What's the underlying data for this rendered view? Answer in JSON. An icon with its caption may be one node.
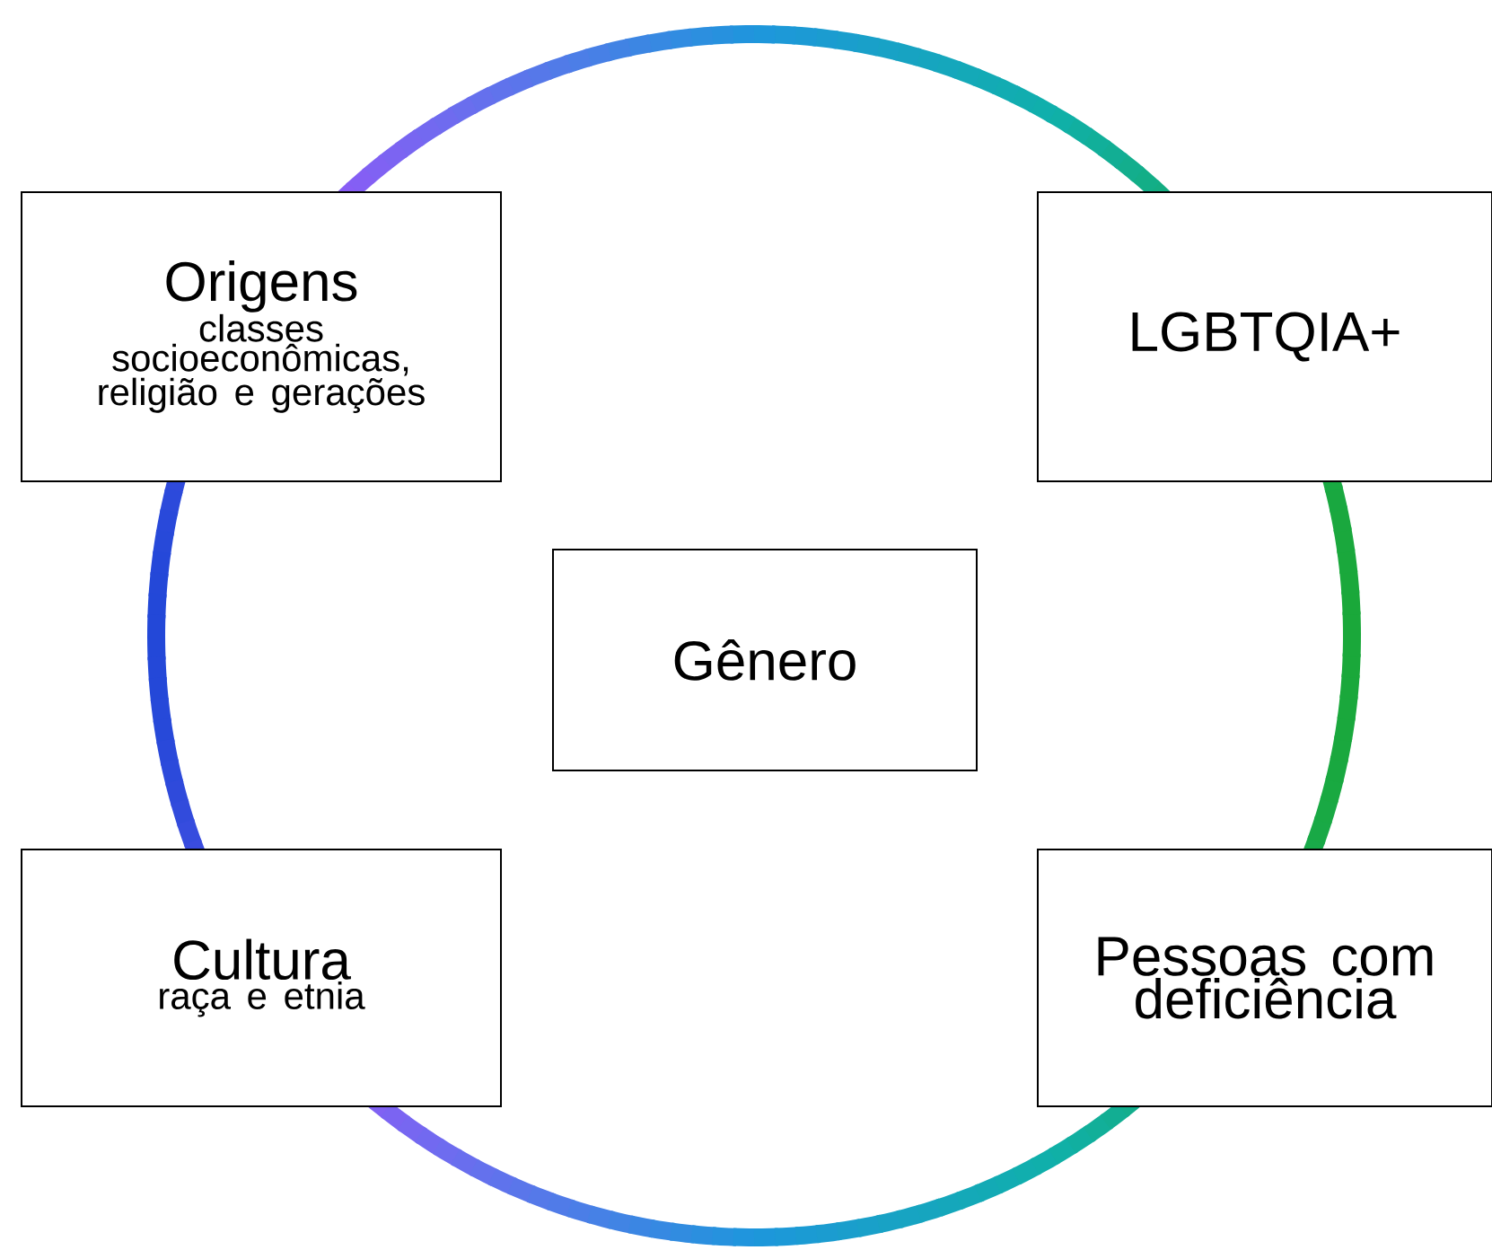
{
  "diagram": {
    "nodes": [
      {
        "text": [
          "Origens",
          "classes socioeconômicas, religião e gerações"
        ]
      },
      {
        "text": [
          "LGBTQIA+"
        ]
      },
      {
        "text": [
          "Gênero"
        ]
      },
      {
        "text": [
          "Cultura",
          "raça e etnia"
        ]
      },
      {
        "text": [
          "Pessoas com deficiência"
        ]
      }
    ]
  }
}
